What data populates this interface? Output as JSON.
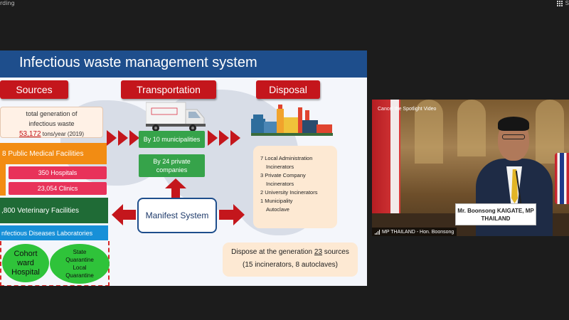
{
  "window": {
    "title_fragment": "rding",
    "top_right_fragment": "S"
  },
  "slide": {
    "title": "Infectious waste management system",
    "sections": {
      "sources": "Sources",
      "transportation": "Transportation",
      "disposal": "Disposal"
    },
    "generation": {
      "line1": "total generation of",
      "line2": "infectious waste",
      "amount": "53,172",
      "unit": " tons/year (2019)"
    },
    "sources_items": {
      "public_medical": "8 Public Medical Facilities",
      "hospitals": "350 Hospitals",
      "clinics": "23,054 Clinics",
      "veterinary": ",800 Veterinary Facilities",
      "labs": "nfectious Diseases Laboratories",
      "cohort_line1": "Cohort",
      "cohort_line2": "ward",
      "cohort_line3": "Hospital",
      "state_line1": "State",
      "state_line2": "Quarantine",
      "state_line3": "Local",
      "state_line4": "Quarantine"
    },
    "transport_items": {
      "municipalities": "By 10 municipalities",
      "private_line1": "By 24 private",
      "private_line2": "companies"
    },
    "manifest": "Manifest System",
    "disposal_items": [
      "7 Local Administration",
      "Incinerators",
      "3 Private Company",
      "Incinerators",
      "2 University Incinerators",
      "1 Municipality",
      "Autoclave"
    ],
    "dispose_summary": {
      "prefix": "Dispose at the generation ",
      "number": "23",
      "suffix": " sources",
      "line2": "(15 incinerators, 8 autoclaves)"
    }
  },
  "video": {
    "cancel_spotlight": "Cancel the Spotlight Video",
    "nameplate_line1": "Mr. Boonsong  KAIGATE, MP",
    "nameplate_line2": "THAILAND",
    "caption": "MP THAILAND - Hon. Boonsong"
  },
  "colors": {
    "header": "#1e4e8c",
    "red": "#c4161c",
    "orange": "#f28c13",
    "pink": "#e8325a",
    "green": "#1f6b36",
    "blue": "#1790d8",
    "light_green": "#36a34a"
  }
}
